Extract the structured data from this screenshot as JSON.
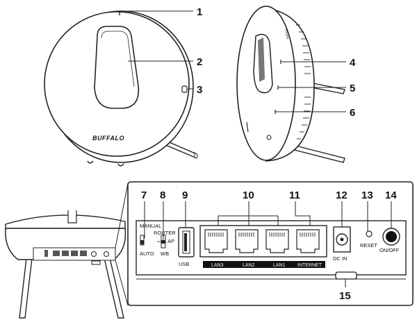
{
  "callouts": {
    "c1": "1",
    "c2": "2",
    "c3": "3",
    "c4": "4",
    "c5": "5",
    "c6": "6",
    "c7": "7",
    "c8": "8",
    "c9": "9",
    "c10": "10",
    "c11": "11",
    "c12": "12",
    "c13": "13",
    "c14": "14",
    "c15": "15"
  },
  "brand": "BUFFALO",
  "panel": {
    "switch_mode": {
      "manual": "MANUAL",
      "auto": "AUTO"
    },
    "switch_op": {
      "router": "ROUTER",
      "ap": "AP",
      "wb": "WB"
    },
    "usb": "USB",
    "ports": [
      "LAN3",
      "LAN2",
      "LAN1",
      "INTERNET"
    ],
    "dc_in": "DC IN",
    "reset": "RESET",
    "onoff": "ON/OFF"
  },
  "side_label": "POWER"
}
